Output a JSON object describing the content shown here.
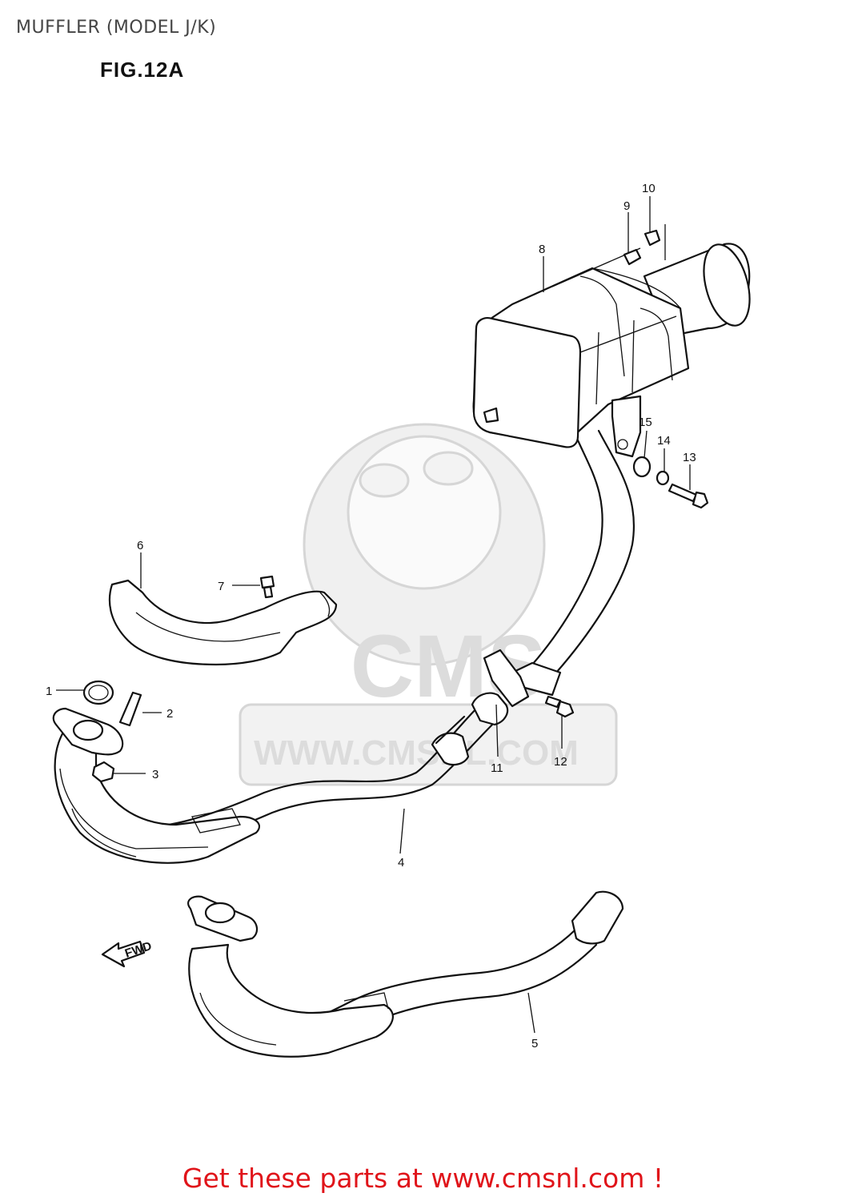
{
  "header": {
    "title": "MUFFLER (MODEL J/K)",
    "figure": "FIG.12A"
  },
  "watermark": {
    "logo_text": "CMS",
    "url_text": "WWW.CMSNL.COM"
  },
  "direction_arrow": {
    "label": "FWD"
  },
  "callouts": [
    {
      "number": "1"
    },
    {
      "number": "2"
    },
    {
      "number": "3"
    },
    {
      "number": "4"
    },
    {
      "number": "5"
    },
    {
      "number": "6"
    },
    {
      "number": "7"
    },
    {
      "number": "8"
    },
    {
      "number": "9"
    },
    {
      "number": "10"
    },
    {
      "number": "11"
    },
    {
      "number": "12"
    },
    {
      "number": "13"
    },
    {
      "number": "14"
    },
    {
      "number": "15"
    }
  ],
  "footer": {
    "cta": "Get these parts at www.cmsnl.com !"
  },
  "colors": {
    "line": "#111111",
    "watermark": "#dcdcdc",
    "cta": "#e0141a"
  }
}
